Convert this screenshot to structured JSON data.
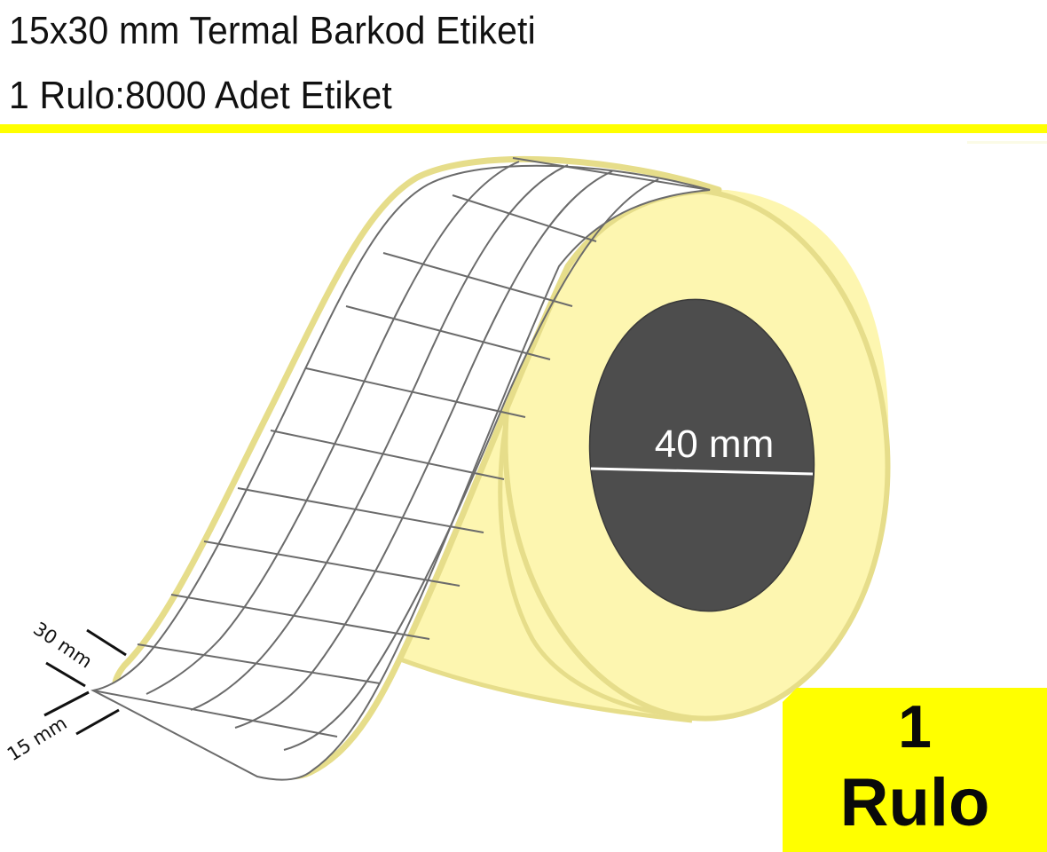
{
  "header": {
    "title": "15x30 mm Termal Barkod Etiketi",
    "subtitle": "1 Rulo:8000 Adet Etiket"
  },
  "roll": {
    "core_diameter_label": "40 mm",
    "label_height_annotation": "30 mm",
    "label_width_annotation": "15 mm",
    "labels_across": 5
  },
  "badge": {
    "quantity": "1",
    "unit": "Rulo"
  },
  "colors": {
    "accent_yellow": "#ffff00",
    "roll_fill": "#fdf6b0",
    "roll_outline": "#e6dd8a",
    "core_fill": "#4d4d4d",
    "grid_line": "#6b6b6b",
    "text": "#111111"
  }
}
